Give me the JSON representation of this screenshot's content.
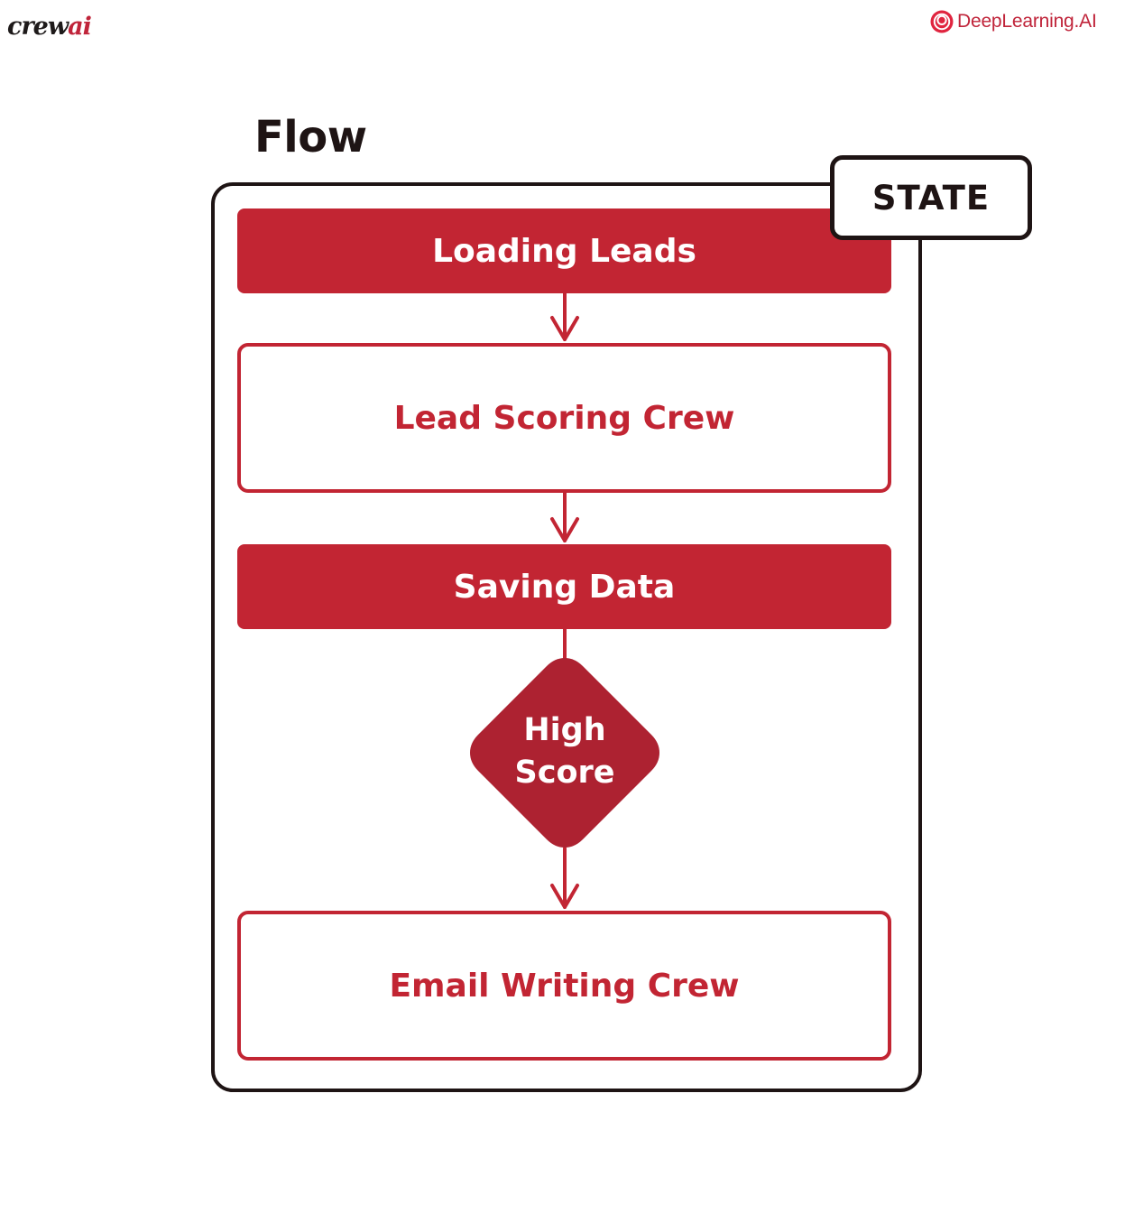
{
  "header": {
    "left_logo_text": "crew",
    "left_logo_accent": "ai",
    "right_logo_text": "DeepLearning.AI"
  },
  "diagram": {
    "title": "Flow",
    "state_label": "STATE",
    "steps": [
      {
        "label": "Loading Leads",
        "style": "filled"
      },
      {
        "label": "Lead Scoring Crew",
        "style": "outlined"
      },
      {
        "label": "Saving Data",
        "style": "filled"
      },
      {
        "label": "Email Writing Crew",
        "style": "outlined"
      }
    ],
    "decision": {
      "line1": "High",
      "line2": "Score"
    }
  },
  "colors": {
    "accent_red": "#c22533",
    "diamond_red": "#ad2231",
    "dark": "#1e1414",
    "background": "#ffffff"
  }
}
